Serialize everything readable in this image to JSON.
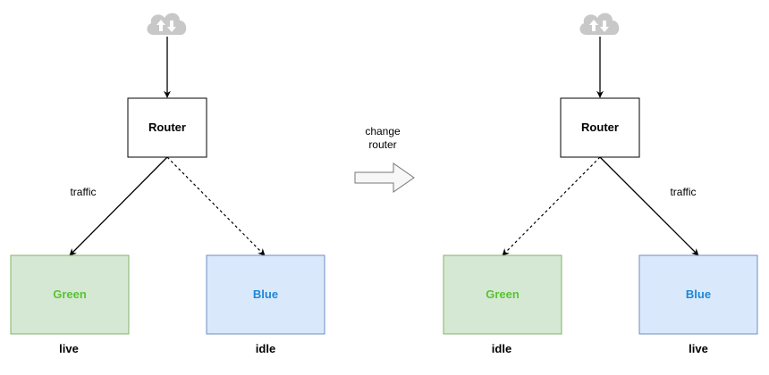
{
  "before": {
    "router_label": "Router",
    "traffic_label": "traffic",
    "green_label": "Green",
    "blue_label": "Blue",
    "green_state": "live",
    "blue_state": "idle"
  },
  "transition": {
    "label_line1": "change",
    "label_line2": "router"
  },
  "after": {
    "router_label": "Router",
    "traffic_label": "traffic",
    "green_label": "Green",
    "blue_label": "Blue",
    "green_state": "idle",
    "blue_state": "live"
  },
  "icons": {
    "cloud": "cloud-upload-download-icon",
    "arrow": "right-arrow-icon"
  },
  "colors": {
    "green_fill": "#d5e8d4",
    "green_stroke": "#82b366",
    "green_text": "#5bc234",
    "blue_fill": "#dae8fc",
    "blue_stroke": "#6c8ebf",
    "blue_text": "#1d87d6",
    "cloud_fill": "#c8c8c8"
  }
}
